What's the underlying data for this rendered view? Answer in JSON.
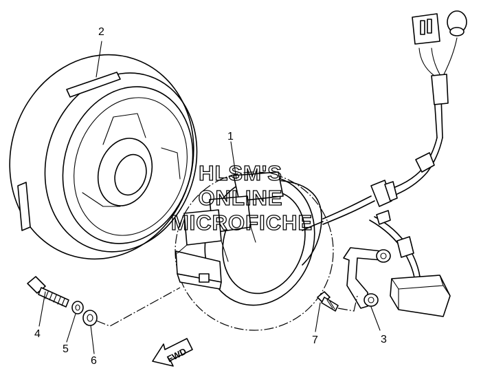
{
  "callouts": {
    "p1": "1",
    "p2": "2",
    "p3": "3",
    "p4": "4",
    "p5": "5",
    "p6": "6",
    "p7": "7"
  },
  "watermark": {
    "line1": "HLSM'S",
    "line2": "ONLINE",
    "line3": "MICROFICHE"
  },
  "direction_arrow": {
    "label": "FWD"
  }
}
